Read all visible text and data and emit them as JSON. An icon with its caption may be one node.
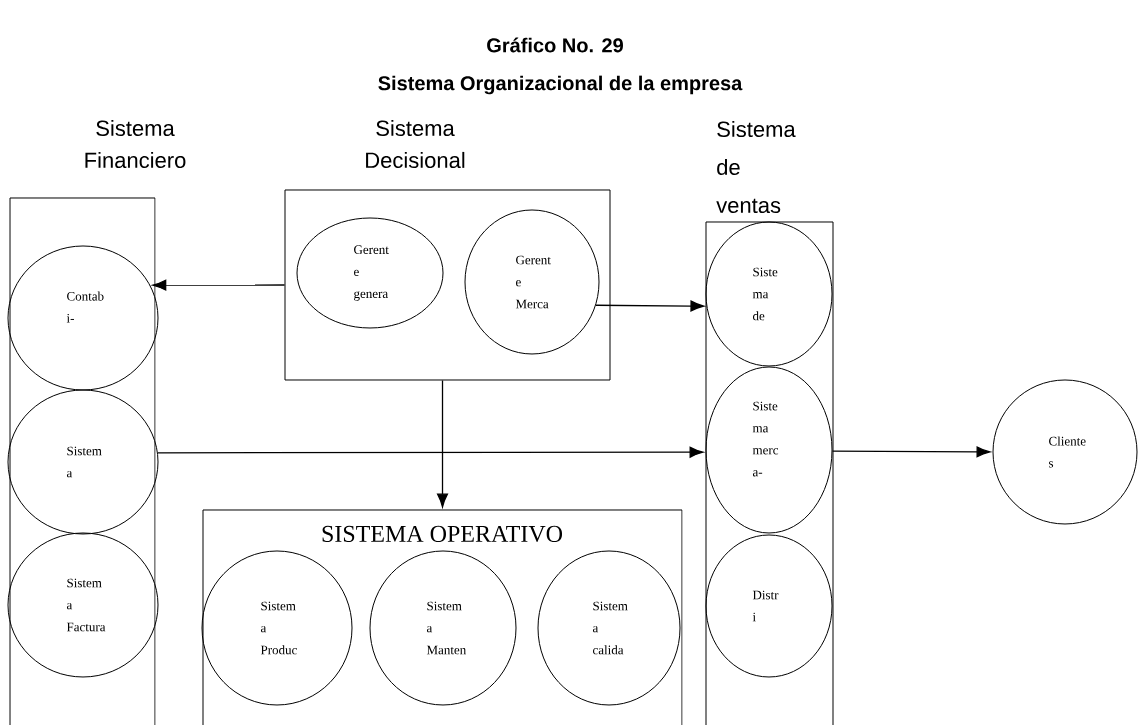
{
  "diagram": {
    "title": "Gráfico No. 29",
    "nodes": [
      {
        "text": [
          "Sistema Financiero"
        ]
      },
      {
        "text": [
          "Contab i-"
        ],
        "in": 0
      },
      {
        "text": [
          "Sistem a"
        ],
        "in": 0
      },
      {
        "text": [
          "Sistem a Factura"
        ],
        "in": 0
      },
      {
        "text": [
          "Sistema Decisional"
        ]
      },
      {
        "text": [
          "Gerent e genera"
        ],
        "in": 4
      },
      {
        "text": [
          "Gerent e Merca"
        ],
        "in": 4
      },
      {
        "text": [
          "Sistema de ventas"
        ]
      },
      {
        "text": [
          "Siste ma de"
        ],
        "in": 7
      },
      {
        "text": [
          "Siste ma merc a-"
        ],
        "in": 7
      },
      {
        "text": [
          "Distr i"
        ],
        "in": 7
      },
      {
        "text": [
          "Cliente s"
        ]
      },
      {
        "text": [
          "SISTEMA OPERATIVO"
        ]
      },
      {
        "text": [
          "Sistem a Produc"
        ],
        "in": 12
      },
      {
        "text": [
          "Sistem a Manten"
        ],
        "in": 12
      },
      {
        "text": [
          "Sistem a calida"
        ],
        "in": 12
      }
    ],
    "edges": [
      {
        "from": 4,
        "to": 1,
        "arrow": "to"
      },
      {
        "from": 6,
        "to": 8,
        "arrow": "to"
      },
      {
        "from": 2,
        "to": 9,
        "arrow": "to"
      },
      {
        "from": 9,
        "to": 11,
        "arrow": "to"
      },
      {
        "from": 4,
        "to": 12,
        "arrow": "to"
      }
    ],
    "labels": [
      "Sistema Organizacional de la empresa"
    ]
  }
}
